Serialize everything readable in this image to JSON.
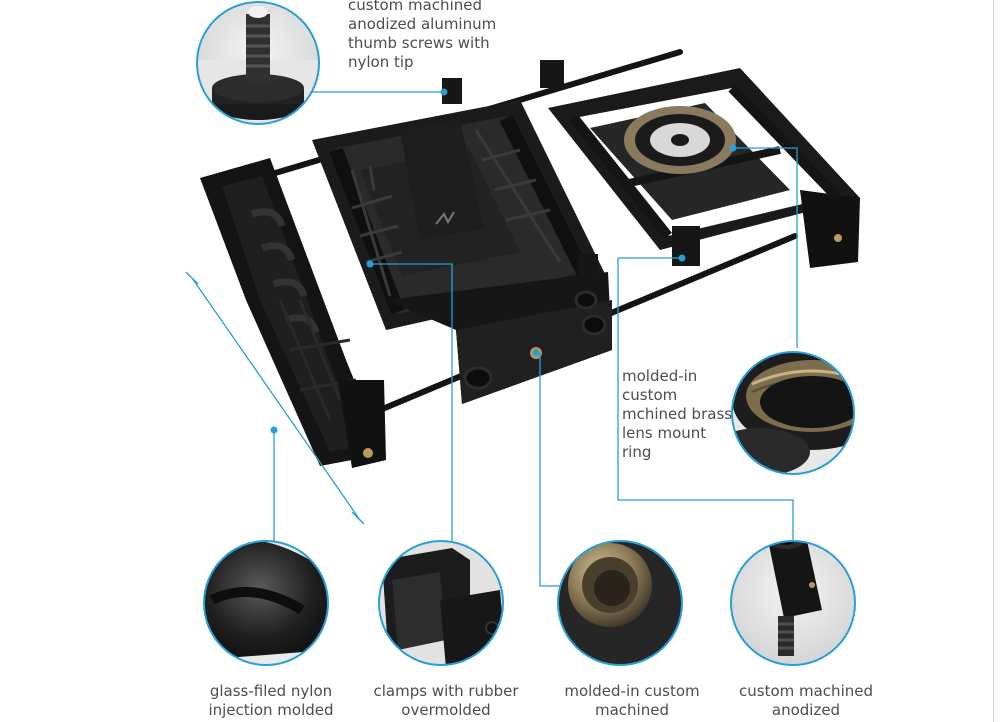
{
  "callouts": {
    "thumb_screws": [
      "custom machined",
      "anodized aluminum",
      "thumb screws with",
      "nylon tip"
    ],
    "lens_mount": [
      "molded-in",
      "custom",
      "mchined brass",
      "lens mount",
      "ring"
    ],
    "nylon": [
      "glass-filed nylon",
      "injection molded"
    ],
    "clamps": [
      "clamps with rubber",
      "overmolded"
    ],
    "molded_custom": [
      "molded-in custom",
      "machined"
    ],
    "anodized": [
      "custom machined",
      "anodized"
    ]
  },
  "colors": {
    "accent": "#2a9fd6",
    "product": "#141414",
    "label_text": "#4d4d4d"
  }
}
